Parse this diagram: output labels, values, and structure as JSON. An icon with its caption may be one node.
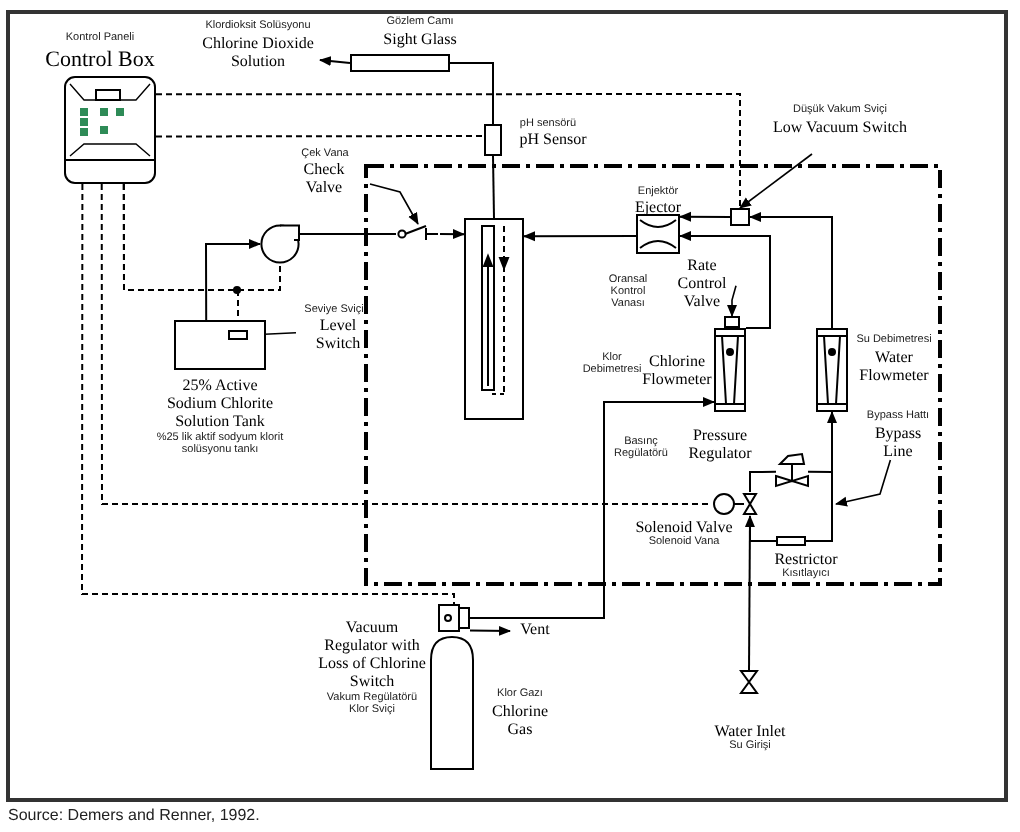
{
  "diagram": {
    "caption": "Source: Demers and Renner, 1992.",
    "nodes": [
      {
        "text": [
          "Kontrol Paneli",
          "Control Box"
        ]
      },
      {
        "text": [
          "Klordioksit Solüsyonu",
          "Chlorine Dioxide Solution"
        ]
      },
      {
        "text": [
          "Gözlem Camı",
          "Sight Glass"
        ]
      },
      {
        "text": [
          "pH sensörü",
          "pH Sensor"
        ]
      },
      {
        "text": [
          "Çek Vana",
          "Check Valve"
        ]
      },
      {
        "text": [],
        "shape": "valve"
      },
      {
        "text": [],
        "shape": "circle"
      },
      {
        "text": [],
        "shape": "box"
      },
      {
        "text": [
          "Enjektör",
          "Ejector"
        ]
      },
      {
        "text": [
          "Düşük Vakum Sviçi",
          "Low Vacuum Switch"
        ]
      },
      {
        "text": [],
        "shape": "box"
      },
      {
        "text": [
          "Oransal Kontrol Vanası",
          "Rate Control Valve"
        ]
      },
      {
        "text": [],
        "shape": "box"
      },
      {
        "text": [
          "Klor Debimetresi",
          "Chlorine Flowmeter"
        ]
      },
      {
        "text": [
          "Su Debimetresi",
          "Water Flowmeter"
        ]
      },
      {
        "text": [
          "25% Active Sodium Chlorite Solution Tank",
          "%25 lik aktif sodyum klorit solüsyonu tankı"
        ]
      },
      {
        "text": [],
        "shape": "box",
        "in": 15
      },
      {
        "text": [
          "Seviye Sviçi",
          "Level Switch"
        ]
      },
      {
        "text": [
          "Basınç Regülatörü",
          "Pressure Regulator"
        ]
      },
      {
        "text": [
          "Bypass Hattı",
          "Bypass Line"
        ]
      },
      {
        "text": [
          "Solenoid Valve",
          "Solenoid Vana"
        ]
      },
      {
        "text": [
          "Restrictor",
          "Kısıtlayıcı"
        ]
      },
      {
        "text": [
          "Vacuum Regulator with Loss of Chlorine Switch",
          "Vakum Regülatörü Klor Sviçi"
        ]
      },
      {
        "text": [
          "Klor Gazı",
          "Chlorine Gas"
        ]
      },
      {
        "text": [
          "Vent"
        ]
      },
      {
        "text": [
          "Water Inlet",
          "Su Girişi"
        ]
      }
    ],
    "edges": [
      {
        "from": 2,
        "to": 1,
        "arrow": "to"
      },
      {
        "from": 7,
        "to": 3,
        "arrow": "none"
      },
      {
        "from": 3,
        "to": 2,
        "arrow": "none"
      },
      {
        "from": 15,
        "to": 6,
        "arrow": "to"
      },
      {
        "from": 6,
        "to": 5,
        "arrow": "none"
      },
      {
        "from": 5,
        "to": 7,
        "arrow": "to"
      },
      {
        "from": 8,
        "to": 7,
        "arrow": "to"
      },
      {
        "from": 10,
        "to": 8,
        "arrow": "to"
      },
      {
        "from": 13,
        "to": 8,
        "arrow": "to"
      },
      {
        "from": 14,
        "to": 10,
        "arrow": "to"
      },
      {
        "from": 22,
        "to": 13,
        "arrow": "to"
      },
      {
        "from": 22,
        "to": 24,
        "arrow": "to"
      },
      {
        "from": 25,
        "to": 20,
        "arrow": "to"
      },
      {
        "from": 20,
        "to": 18,
        "arrow": "none"
      },
      {
        "from": 18,
        "to": 14,
        "arrow": "to"
      },
      {
        "from": 20,
        "to": 21,
        "arrow": "none"
      },
      {
        "from": 21,
        "to": 14,
        "arrow": "none"
      },
      {
        "from": 4,
        "to": 5,
        "arrow": "to"
      },
      {
        "from": 9,
        "to": 10,
        "arrow": "to"
      },
      {
        "from": 11,
        "to": 12,
        "arrow": "to"
      },
      {
        "from": 17,
        "to": 16,
        "arrow": "to"
      },
      {
        "from": 19,
        "to": null,
        "arrow": "to"
      },
      {
        "from": 0,
        "to": 3,
        "arrow": "none",
        "style": "dashed"
      },
      {
        "from": 0,
        "to": 10,
        "arrow": "none",
        "style": "dashed"
      },
      {
        "from": 0,
        "to": 6,
        "arrow": "none",
        "style": "dashed"
      },
      {
        "from": 0,
        "to": 16,
        "arrow": "none",
        "style": "dashed"
      },
      {
        "from": 0,
        "to": 20,
        "arrow": "none",
        "style": "dashed"
      },
      {
        "from": 0,
        "to": 22,
        "arrow": "none",
        "style": "dashed"
      }
    ]
  }
}
